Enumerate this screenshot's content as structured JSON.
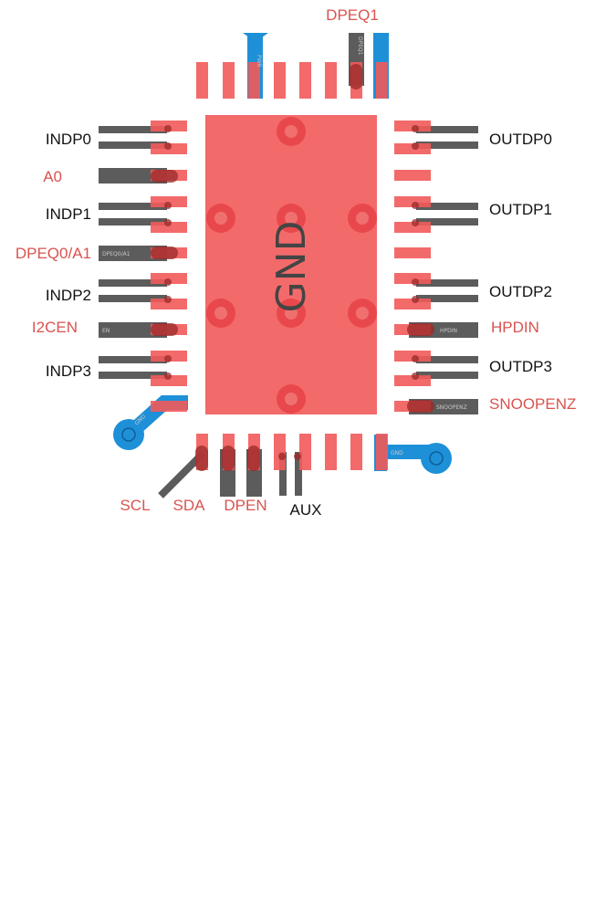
{
  "colors": {
    "pad": "#f25a5a",
    "pad_opacity": 0.9,
    "trace": "#5c5c5c",
    "blue": "#1e90d8",
    "via_ring": "#e8484c",
    "label_black": "#111111",
    "label_red": "#d9534f"
  },
  "center_pad": {
    "text": "GND"
  },
  "labels": {
    "left": [
      {
        "text": "INDP0",
        "color": "black"
      },
      {
        "text": "A0",
        "color": "red"
      },
      {
        "text": "INDP1",
        "color": "black"
      },
      {
        "text": "DPEQ0/A1",
        "color": "red"
      },
      {
        "text": "INDP2",
        "color": "black"
      },
      {
        "text": "I2CEN",
        "color": "red"
      },
      {
        "text": "INDP3",
        "color": "black"
      }
    ],
    "right": [
      {
        "text": "OUTDP0",
        "color": "black"
      },
      {
        "text": "OUTDP1",
        "color": "black"
      },
      {
        "text": "OUTDP2",
        "color": "black"
      },
      {
        "text": "HPDIN",
        "color": "red"
      },
      {
        "text": "OUTDP3",
        "color": "black"
      },
      {
        "text": "SNOOPENZ",
        "color": "red"
      }
    ],
    "top": [
      {
        "text": "DPEQ1",
        "color": "red"
      }
    ],
    "bottom": [
      {
        "text": "SCL",
        "color": "red"
      },
      {
        "text": "SDA",
        "color": "red"
      },
      {
        "text": "DPEN",
        "color": "red"
      },
      {
        "text": "AUX",
        "color": "black"
      }
    ]
  },
  "trace_tags": {
    "dpeq0": "DPEQ0/A1",
    "i2cen": "EN",
    "hpdin": "HPDIN",
    "snoopenz": "SNOOPENZ",
    "dpeq1": "DPEQ1",
    "gnd_bl": "GND",
    "gnd_br": "GND",
    "top_blue": "PWR"
  }
}
